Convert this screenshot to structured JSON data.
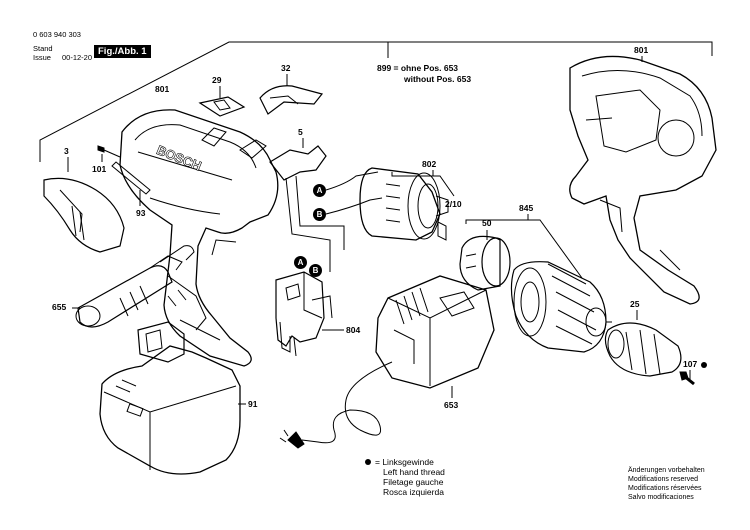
{
  "header": {
    "part_number": "0 603 940 303",
    "stand_label": "Stand",
    "issue_label": "Issue",
    "date": "00-12-20",
    "fig": "Fig./Abb. 1"
  },
  "note_899": {
    "line1": "899 = ohne Pos. 653",
    "line2": "without Pos. 653"
  },
  "part_labels": {
    "p801a": "801",
    "p29": "29",
    "p32": "32",
    "p3": "3",
    "p101": "101",
    "p5": "5",
    "p93": "93",
    "p802": "802",
    "p2_10": "2/10",
    "p801b": "801",
    "p50": "50",
    "p845": "845",
    "p655": "655",
    "p804": "804",
    "p25": "25",
    "p107": "107",
    "p91": "91",
    "p653": "653"
  },
  "connectors": {
    "a": "A",
    "b": "B"
  },
  "legend": {
    "line1": "= Linksgewinde",
    "line2": "Left hand thread",
    "line3": "Filetage gauche",
    "line4": "Rosca izquierda"
  },
  "footer": {
    "line1": "Änderungen vorbehalten",
    "line2": "Modifications reserved",
    "line3": "Modifications réservées",
    "line4": "Salvo modificaciones"
  },
  "drill_brand": "BOSCH"
}
